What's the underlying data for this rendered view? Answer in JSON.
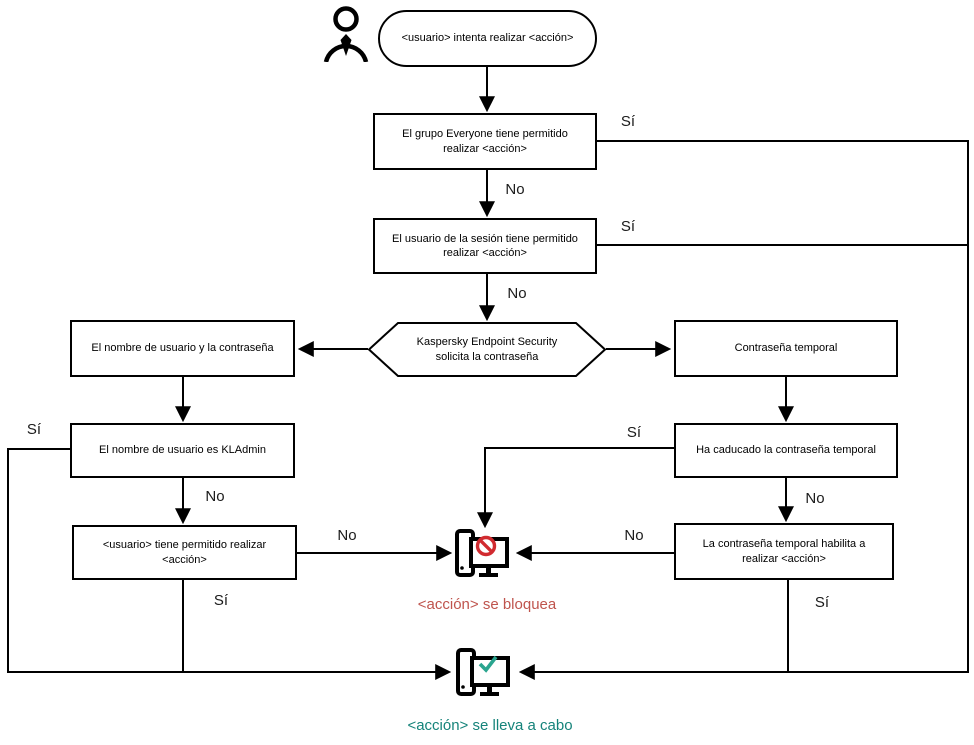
{
  "diagram": {
    "type": "flowchart",
    "language": "es",
    "edge_labels": {
      "yes": "Sí",
      "no": "No"
    },
    "nodes": {
      "start": {
        "shape": "oval",
        "label": "<usuario> intenta realizar <acción>"
      },
      "everyone": {
        "shape": "rect",
        "label": "El grupo Everyone tiene permitido realizar <acción>"
      },
      "session_user": {
        "shape": "rect",
        "label": "El usuario de la sesión tiene permitido realizar <acción>"
      },
      "kes_prompt": {
        "shape": "hexagon",
        "label": "Kaspersky Endpoint Security solicita la contraseña"
      },
      "username_password": {
        "shape": "rect",
        "label": "El nombre de usuario y la contraseña"
      },
      "temp_password": {
        "shape": "rect",
        "label": "Contraseña temporal"
      },
      "is_kladmin": {
        "shape": "rect",
        "label": "El nombre de usuario es KLAdmin"
      },
      "user_allowed": {
        "shape": "rect",
        "label": "<usuario> tiene permitido realizar <acción>"
      },
      "temp_expired": {
        "shape": "rect",
        "label": "Ha caducado la contraseña temporal"
      },
      "temp_allows": {
        "shape": "rect",
        "label": "La contraseña temporal habilita a realizar <acción>"
      },
      "blocked": {
        "icon": "computer-blocked-icon",
        "label": "<acción> se bloquea",
        "color": "#bf544d"
      },
      "performed": {
        "icon": "computer-check-icon",
        "label": "<acción> se lleva a cabo",
        "color": "#15837a"
      }
    },
    "icons": {
      "actor": "person-icon",
      "blocked": "computer-blocked-icon",
      "performed": "computer-check-icon"
    },
    "colors": {
      "line": "#000000",
      "box_border": "#000000",
      "blocked_text": "#bf544d",
      "performed_text": "#15837a",
      "prohibition_sign": "#d12b30",
      "check_mark": "#2aa58f"
    }
  }
}
